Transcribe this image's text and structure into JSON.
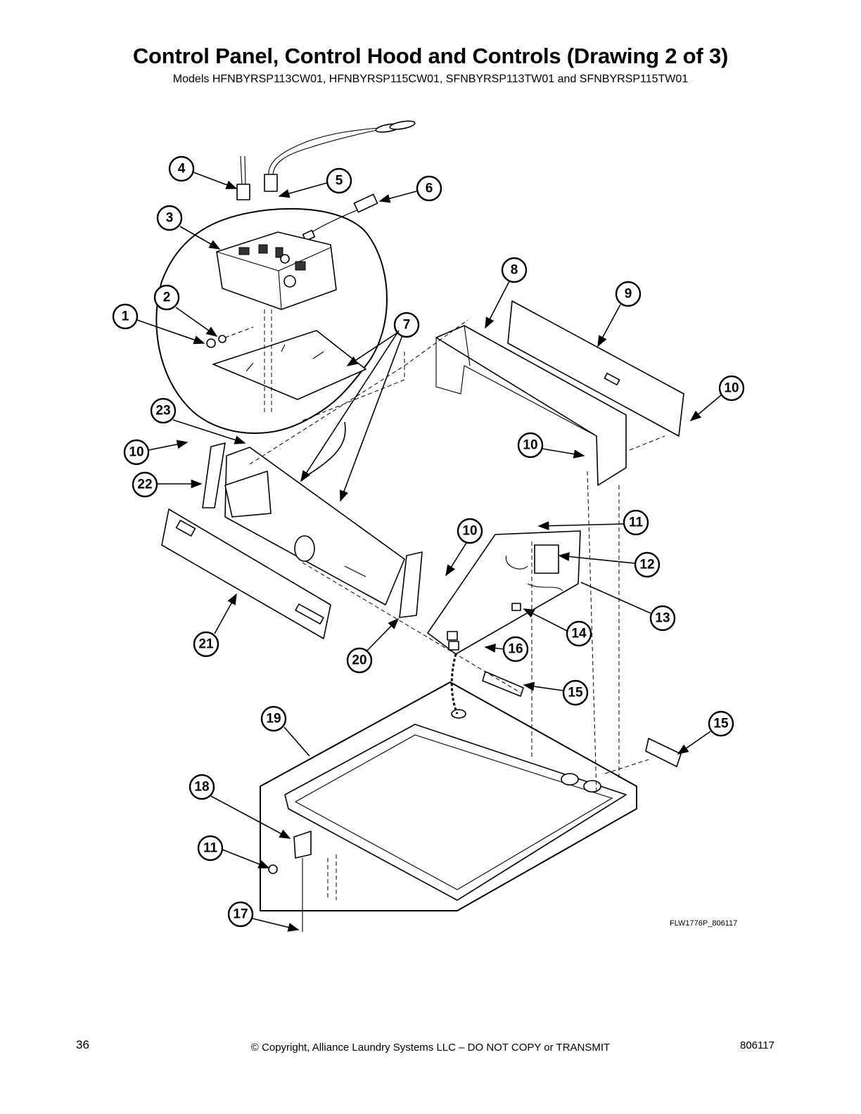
{
  "title": "Control Panel, Control Hood and Controls (Drawing 2 of 3)",
  "subtitle": "Models HFNBYRSP113CW01, HFNBYRSP115CW01, SFNBYRSP113TW01 and SFNBYRSP115TW01",
  "figure_code": "FLW1776P_806117",
  "footer": {
    "page_number": "36",
    "copyright": "© Copyright, Alliance Laundry Systems LLC – DO NOT COPY or TRANSMIT",
    "document_number": "806117"
  },
  "callouts": [
    "1",
    "2",
    "3",
    "4",
    "5",
    "6",
    "7",
    "8",
    "9",
    "10",
    "10",
    "10",
    "10",
    "11",
    "11",
    "12",
    "13",
    "14",
    "15",
    "15",
    "16",
    "17",
    "18",
    "19",
    "20",
    "21",
    "22",
    "23"
  ]
}
